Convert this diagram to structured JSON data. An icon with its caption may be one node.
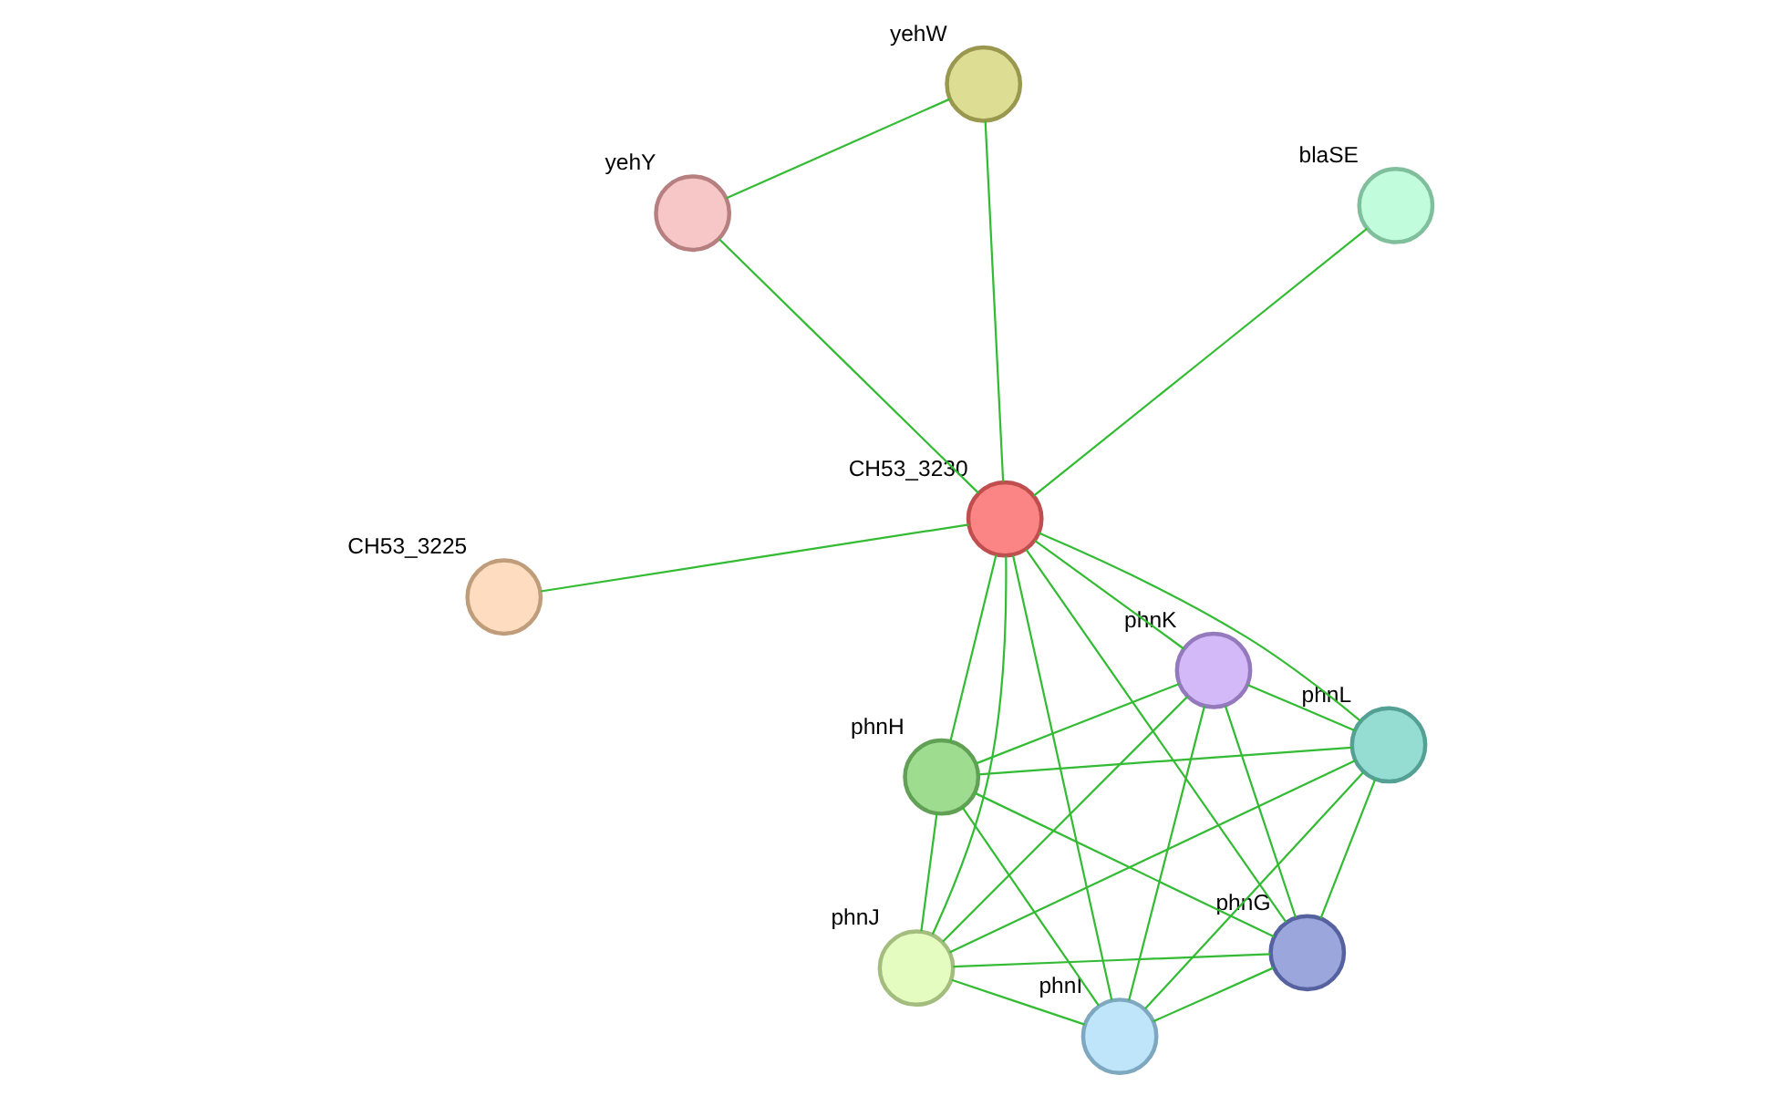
{
  "diagram": {
    "nodes": [
      {
        "text": [
          "yehY"
        ]
      },
      {
        "text": [
          "yehW"
        ]
      },
      {
        "text": [
          "CH53_3225"
        ]
      },
      {
        "text": [
          "CH53_3230"
        ]
      },
      {
        "text": [
          "blaSE"
        ]
      },
      {
        "text": [
          "phnH"
        ]
      },
      {
        "text": [
          "phnJ"
        ]
      },
      {
        "text": [
          "phnL"
        ]
      },
      {
        "text": [
          "phnI"
        ]
      },
      {
        "text": [
          "phnG"
        ]
      },
      {
        "text": [
          "phnK"
        ]
      }
    ],
    "edges": [
      {
        "from": 0,
        "to": 1,
        "arrow": "none"
      },
      {
        "from": 0,
        "to": 3,
        "arrow": "none"
      },
      {
        "from": 1,
        "to": 3,
        "arrow": "none"
      },
      {
        "from": 2,
        "to": 3,
        "arrow": "none"
      },
      {
        "from": 3,
        "to": 4,
        "arrow": "none"
      },
      {
        "from": 3,
        "to": 5,
        "arrow": "none"
      },
      {
        "from": 3,
        "to": 6,
        "arrow": "none"
      },
      {
        "from": 3,
        "to": 7,
        "arrow": "none"
      },
      {
        "from": 3,
        "to": 8,
        "arrow": "none"
      },
      {
        "from": 3,
        "to": 9,
        "arrow": "none"
      },
      {
        "from": 3,
        "to": 10,
        "arrow": "none"
      },
      {
        "from": 5,
        "to": 6,
        "arrow": "none"
      },
      {
        "from": 5,
        "to": 7,
        "arrow": "none"
      },
      {
        "from": 5,
        "to": 8,
        "arrow": "none"
      },
      {
        "from": 5,
        "to": 9,
        "arrow": "none"
      },
      {
        "from": 5,
        "to": 10,
        "arrow": "none"
      },
      {
        "from": 6,
        "to": 7,
        "arrow": "none"
      },
      {
        "from": 6,
        "to": 8,
        "arrow": "none"
      },
      {
        "from": 6,
        "to": 9,
        "arrow": "none"
      },
      {
        "from": 6,
        "to": 10,
        "arrow": "none"
      },
      {
        "from": 7,
        "to": 8,
        "arrow": "none"
      },
      {
        "from": 7,
        "to": 9,
        "arrow": "none"
      },
      {
        "from": 7,
        "to": 10,
        "arrow": "none"
      },
      {
        "from": 8,
        "to": 9,
        "arrow": "none"
      },
      {
        "from": 8,
        "to": 10,
        "arrow": "none"
      },
      {
        "from": 9,
        "to": 10,
        "arrow": "none"
      }
    ]
  }
}
